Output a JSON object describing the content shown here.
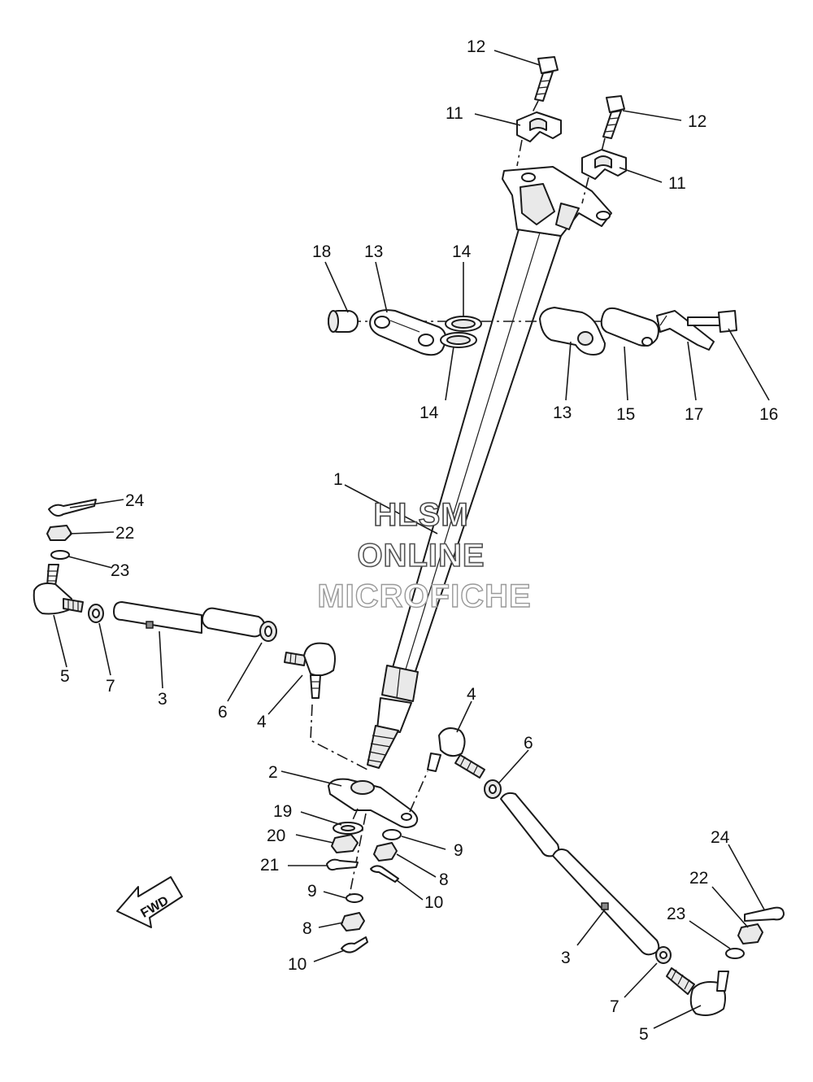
{
  "watermark": {
    "line1": "HLSM",
    "line2": "ONLINE",
    "line3": "MICROFICHE"
  },
  "direction_arrow": {
    "label": "FWD"
  },
  "callouts": [
    {
      "id": "c12a",
      "label": "12"
    },
    {
      "id": "c11a",
      "label": "11"
    },
    {
      "id": "c12b",
      "label": "12"
    },
    {
      "id": "c11b",
      "label": "11"
    },
    {
      "id": "c18",
      "label": "18"
    },
    {
      "id": "c13a",
      "label": "13"
    },
    {
      "id": "c14a",
      "label": "14"
    },
    {
      "id": "c14b",
      "label": "14"
    },
    {
      "id": "c13b",
      "label": "13"
    },
    {
      "id": "c15",
      "label": "15"
    },
    {
      "id": "c17",
      "label": "17"
    },
    {
      "id": "c16",
      "label": "16"
    },
    {
      "id": "c1",
      "label": "1"
    },
    {
      "id": "c24a",
      "label": "24"
    },
    {
      "id": "c22a",
      "label": "22"
    },
    {
      "id": "c23a",
      "label": "23"
    },
    {
      "id": "c5a",
      "label": "5"
    },
    {
      "id": "c7a",
      "label": "7"
    },
    {
      "id": "c3a",
      "label": "3"
    },
    {
      "id": "c6a",
      "label": "6"
    },
    {
      "id": "c4a",
      "label": "4"
    },
    {
      "id": "c4b",
      "label": "4"
    },
    {
      "id": "c6b",
      "label": "6"
    },
    {
      "id": "c2",
      "label": "2"
    },
    {
      "id": "c19",
      "label": "19"
    },
    {
      "id": "c20",
      "label": "20"
    },
    {
      "id": "c21",
      "label": "21"
    },
    {
      "id": "c9a",
      "label": "9"
    },
    {
      "id": "c8a",
      "label": "8"
    },
    {
      "id": "c10a",
      "label": "10"
    },
    {
      "id": "c9b",
      "label": "9"
    },
    {
      "id": "c8b",
      "label": "8"
    },
    {
      "id": "c10b",
      "label": "10"
    },
    {
      "id": "c24b",
      "label": "24"
    },
    {
      "id": "c22b",
      "label": "22"
    },
    {
      "id": "c23b",
      "label": "23"
    },
    {
      "id": "c3b",
      "label": "3"
    },
    {
      "id": "c7b",
      "label": "7"
    },
    {
      "id": "c5b",
      "label": "5"
    }
  ]
}
